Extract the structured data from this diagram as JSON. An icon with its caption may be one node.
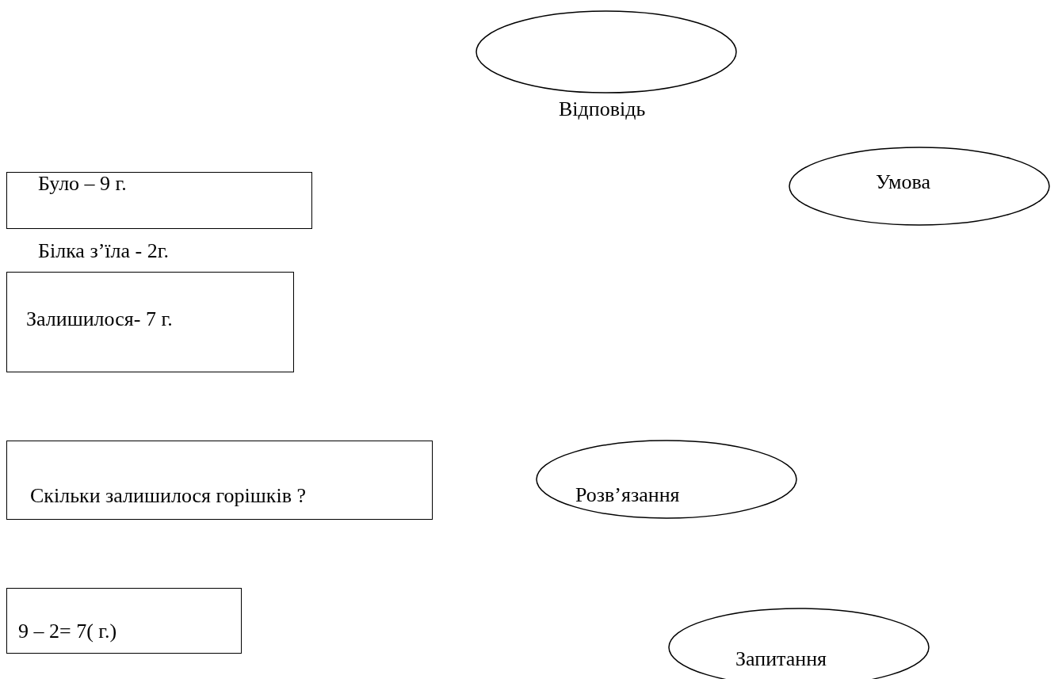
{
  "diagram": {
    "nodes": [
      {
        "text": [
          "Відповідь"
        ]
      },
      {
        "text": [
          "Умова"
        ]
      },
      {
        "text": [
          "Було – 9 г.",
          "Білка з’їла - 2г."
        ]
      },
      {
        "text": [
          "Залишилося- 7 г."
        ]
      },
      {
        "text": [
          "Скільки залишилося горішків ?"
        ]
      },
      {
        "text": [
          "Розв’язання"
        ]
      },
      {
        "text": [
          "9 – 2= 7( г.)"
        ]
      },
      {
        "text": [
          "Запитання"
        ]
      }
    ],
    "edges": []
  }
}
